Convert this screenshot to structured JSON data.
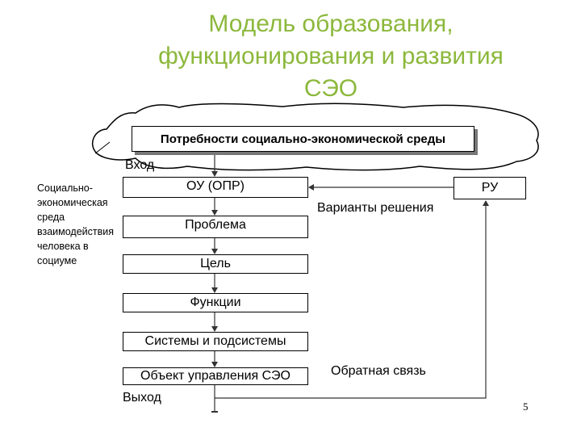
{
  "title": {
    "line1": "Модель образования,",
    "line2": "функционирования и развития",
    "line3": "СЭО"
  },
  "needs_box": "Потребности социально-экономической среды",
  "input_label": "Вход",
  "output_label": "Выход",
  "boxes": {
    "ou": "ОУ (ОПР)",
    "problem": "Проблема",
    "goal": "Цель",
    "functions": "Функции",
    "systems": "Системы и подсистемы",
    "object": "Объект управления СЭО",
    "ru": "РУ"
  },
  "variants_label": "Варианты решения",
  "feedback_label": "Обратная связь",
  "side_note": {
    "line1": "Социально-",
    "line2": "экономическая",
    "line3": "среда",
    "line4": "взаимодействия",
    "line5": "человека в",
    "line6": "социуме"
  },
  "page_number": "5"
}
